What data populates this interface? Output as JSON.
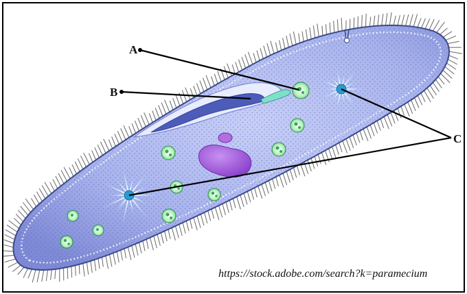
{
  "labels": {
    "a": "A",
    "b": "B",
    "c": "C"
  },
  "source_url": "https://stock.adobe.com/search?k=paramecium",
  "colors": {
    "cell_body": "#a9b4ee",
    "cell_outline": "#3a4a8a",
    "cilia": "#555555",
    "oral_groove": "#4c5cb8",
    "macronucleus": "#9a55d8",
    "micronucleus": "#b36ee0",
    "food_vacuole": "#7fe08f",
    "contractile_vacuole": "#2a9bd0",
    "leader_lines": "#000000"
  }
}
